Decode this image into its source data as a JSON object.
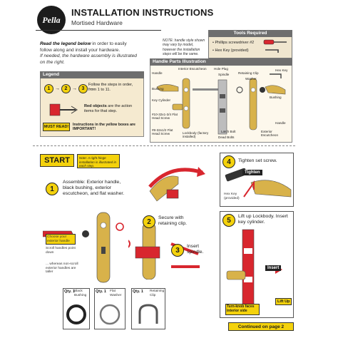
{
  "brand": {
    "logo_text": "Pella"
  },
  "header": {
    "title": "INSTALLATION INSTRUCTIONS",
    "subtitle": "Mortised Hardware"
  },
  "top_note": "NOTE: handle style shown may vary by model, however the installation steps will be the same.",
  "tools": {
    "title": "Tools Required",
    "items": [
      "Phillips screwdriver #2",
      "Hex Key (provided)"
    ]
  },
  "intro": {
    "line1": "Read the legend below",
    "line1_rest": " in order to easily follow along and install your hardware.",
    "line2": "If needed, the hardware assembly is illustrated on the right."
  },
  "legend": {
    "title": "Legend",
    "steps": [
      "1",
      "2",
      "3"
    ],
    "follow": "Follow the steps in order, from 1 to 11.",
    "red_objects_bold": "Red objects",
    "red_objects_rest": " are the action items for that step.",
    "must_read": "MUST READ!",
    "must_read_text": "Instructions in the yellow boxes are IMPORTANT!"
  },
  "parts": {
    "title": "Handle Parts Illustration",
    "labels": {
      "handle_l": "Handle",
      "bushing_l": "Bushing",
      "key_cylinder": "Key Cylinder",
      "screw1": "#10-32x1-3/4 Flat Head Screw",
      "screw2": "#8-32x1/2 Flat Head Screw",
      "interior_escutcheon": "Interior Escutcheon",
      "hole_plug": "Hole Plug",
      "spindle": "Spindle",
      "retaining_clip": "Retaining Clip",
      "washer": "Washer",
      "hex_key": "Hex Key",
      "bushing_r": "Bushing",
      "handle_r": "Handle",
      "exterior_escutcheon": "Exterior Escutcheon",
      "lockbody": "Lockbody (factory installed)",
      "latch_bolt": "Latch Bolt",
      "dead_bolts": "Dead Bolts"
    }
  },
  "start": {
    "label": "START",
    "note": "Note: A right hinge installation is illustrated in each step."
  },
  "steps": [
    {
      "num": "1",
      "text": "Assemble: Exterior handle, black bushing, exterior escutcheon, and flat washer."
    },
    {
      "num": "2",
      "text": "Secure with retaining clip."
    },
    {
      "num": "3",
      "text": "Insert spindle."
    },
    {
      "num": "4",
      "text": "Tighten set screw."
    },
    {
      "num": "5",
      "text": "Lift up Lockbody. Insert key cylinder."
    }
  ],
  "step1_callouts": {
    "choose": "Choose your exterior handle",
    "scroll": "Scroll handles point down",
    "whereas": "... whereas non-scroll exterior handles are taller"
  },
  "qty_items": [
    {
      "qty": "Qty. 1",
      "name": "Black Bushing"
    },
    {
      "qty": "Qty. 1",
      "name": "Flat Washer"
    },
    {
      "qty": "Qty. 1",
      "name": "Retaining Clip"
    }
  ],
  "step4_labels": {
    "tighten": "Tighten",
    "hex_key": "Hex Key (provided)"
  },
  "step5_labels": {
    "insert": "Insert",
    "turn_knob": "Turn-knob faces interior side",
    "lift_up": "Lift Up"
  },
  "footer": {
    "continued": "Continued on page 2"
  },
  "colors": {
    "accent_yellow": "#f4d20c",
    "action_red": "#d8262e",
    "brass": "#d8b24a",
    "panel_tan": "#f5ead0"
  }
}
